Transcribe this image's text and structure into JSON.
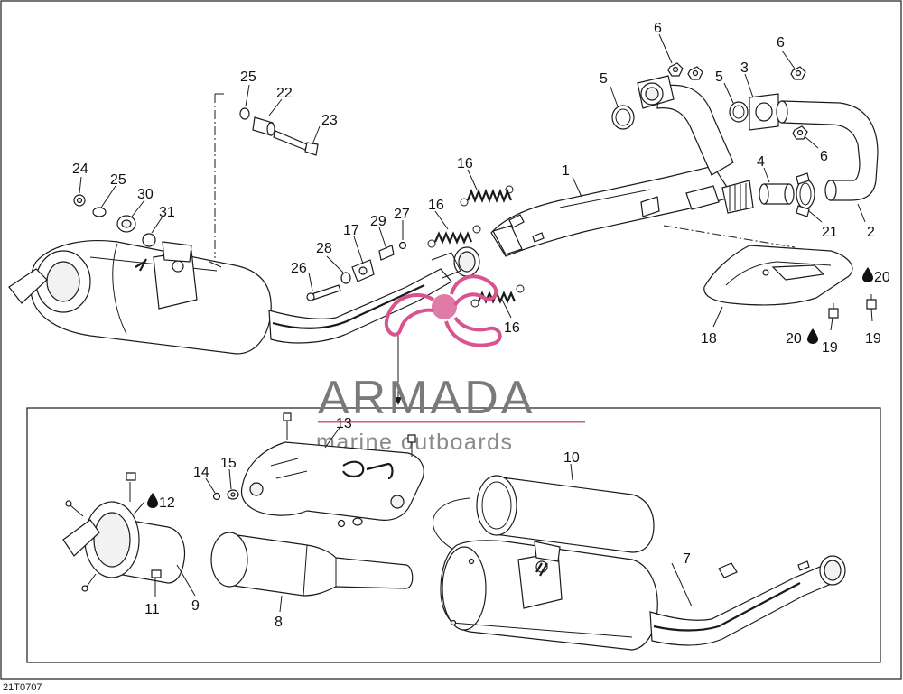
{
  "diagram": {
    "reference_code": "21T0707",
    "callouts": {
      "c1": "1",
      "c2": "2",
      "c3": "3",
      "c4": "4",
      "c5a": "5",
      "c5b": "5",
      "c6a": "6",
      "c6b": "6",
      "c6c": "6",
      "c7": "7",
      "c8": "8",
      "c9": "9",
      "c10": "10",
      "c11": "11",
      "c12": "12",
      "c13": "13",
      "c14": "14",
      "c15": "15",
      "c16a": "16",
      "c16b": "16",
      "c16c": "16",
      "c17": "17",
      "c18": "18",
      "c19a": "19",
      "c19b": "19",
      "c20a": "20",
      "c20b": "20",
      "c21": "21",
      "c22": "22",
      "c23": "23",
      "c24": "24",
      "c25a": "25",
      "c25b": "25",
      "c26": "26",
      "c27": "27",
      "c28": "28",
      "c29": "29",
      "c30": "30",
      "c31": "31"
    },
    "icons": {
      "lubricant_drop": "drop-icon"
    }
  },
  "watermark": {
    "brand": "ARMADA",
    "tagline": "marine outboards",
    "accent_color": "#d9548f",
    "text_color": "#7a7a7a"
  },
  "colors": {
    "line": "#1a1a1a",
    "background": "#ffffff"
  }
}
